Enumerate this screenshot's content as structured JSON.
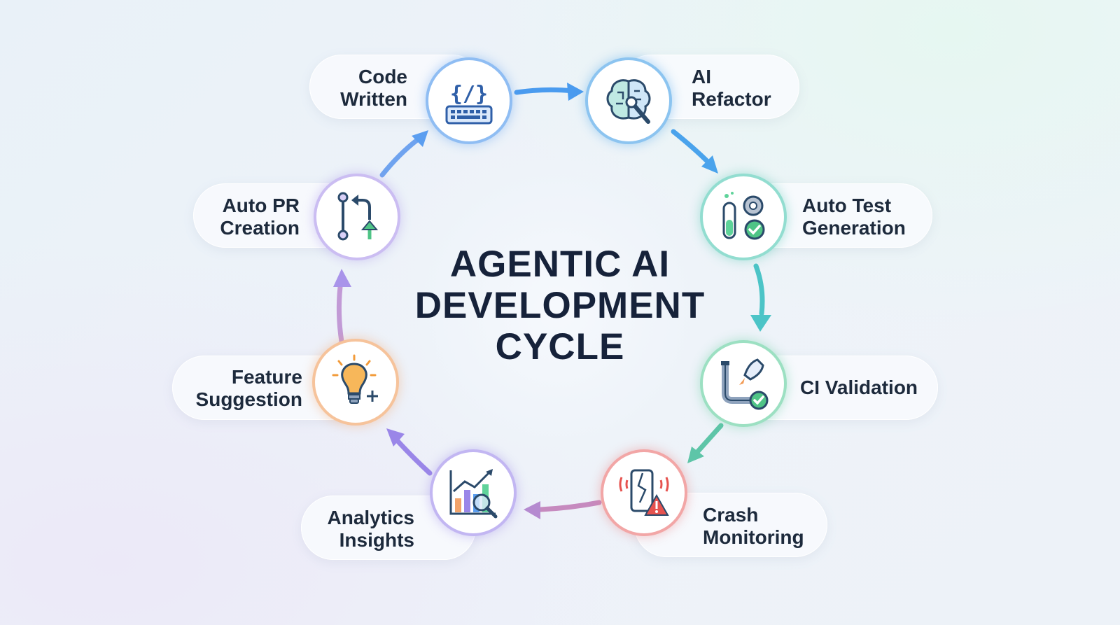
{
  "title": {
    "line1": "AGENTIC AI",
    "line2": "DEVELOPMENT",
    "line3": "CYCLE"
  },
  "steps": [
    {
      "label": "Code\nWritten",
      "icon": "code-keyboard-icon",
      "color": "#5b9ef0"
    },
    {
      "label": "AI\nRefactor",
      "icon": "brain-wrench-icon",
      "color": "#4aa3ec"
    },
    {
      "label": "Auto Test\nGeneration",
      "icon": "test-tube-gear-check-icon",
      "color": "#55c7b4"
    },
    {
      "label": "CI Validation",
      "icon": "pipeline-rocket-icon",
      "color": "#62cfa0"
    },
    {
      "label": "Crash\nMonitoring",
      "icon": "broken-phone-alert-icon",
      "color": "#ec7a7a"
    },
    {
      "label": "Analytics\nInsights",
      "icon": "chart-magnifier-icon",
      "color": "#9a86e8"
    },
    {
      "label": "Feature\nSuggestion",
      "icon": "lightbulb-plus-icon",
      "color": "#f2a36a"
    },
    {
      "label": "Auto PR\nCreation",
      "icon": "pull-request-icon",
      "color": "#a994ea"
    }
  ]
}
